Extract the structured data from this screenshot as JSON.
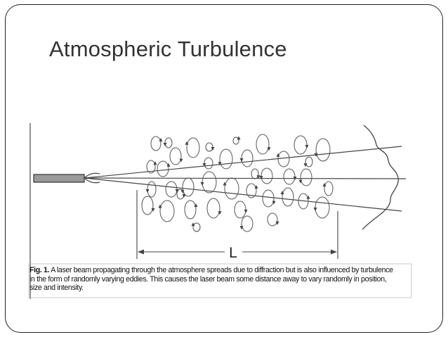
{
  "slide": {
    "title": "Atmospheric Turbulence"
  },
  "figure": {
    "distance_label": "L",
    "caption_label": "Fig. 1.",
    "caption_lines": [
      "A laser beam propagating through the atmosphere spreads due to diffraction but is also influenced by turbulence",
      "in the form of randomly varying eddies. This causes the laser beam some distance away to vary randomly in position,",
      "size and intensity."
    ]
  }
}
